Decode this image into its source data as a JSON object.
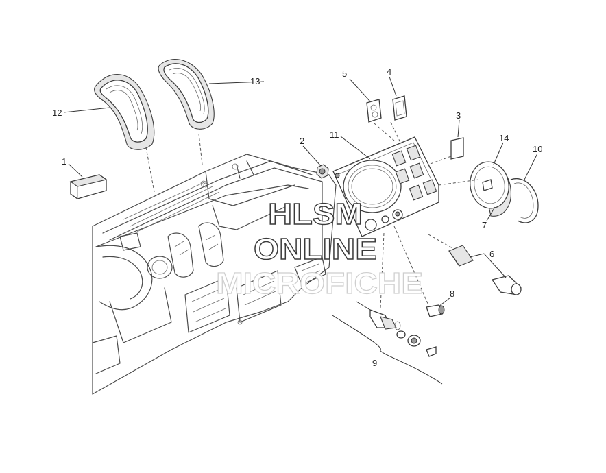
{
  "callouts": {
    "p1": "1",
    "p2": "2",
    "p3": "3",
    "p4": "4",
    "p5": "5",
    "p6": "6",
    "p7": "7",
    "p8": "8",
    "p9": "9",
    "p10": "10",
    "p11": "11",
    "p12": "12",
    "p13": "13",
    "p14": "14"
  },
  "watermark": {
    "line1": "HLSM",
    "line2": "ONLINE",
    "line3": "MICROFICHE"
  }
}
